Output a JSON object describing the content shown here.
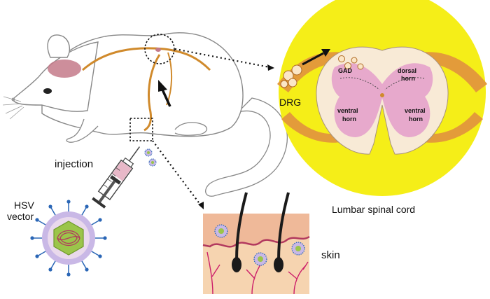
{
  "labels": {
    "injection": "injection",
    "hsv_line1": "HSV",
    "hsv_line2": "vector",
    "drg": "DRG",
    "gad": "GAD",
    "dorsal_line1": "dorsal",
    "dorsal_line2": "horn",
    "ventral_left_line1": "ventral",
    "ventral_left_line2": "horn",
    "ventral_right_line1": "ventral",
    "ventral_right_line2": "horn",
    "lumbar_spinal_cord": "Lumbar spinal cord",
    "skin": "skin"
  },
  "colors": {
    "nerve": "#d08a2c",
    "brain": "#c47a8a",
    "spinal_circle": "#f5ee18",
    "grey_matter": "#e7a9cc",
    "white_matter": "#f8ead6",
    "skin_tissue": "#f6d4b0",
    "epidermis": "#efb999",
    "hair": "#1a1a1a",
    "nerve_fiber": "#cc1f6a",
    "virus_capsid": "#9bc54a",
    "virus_envelope": "#c9b8e6",
    "virus_spike": "#2a66b6",
    "syringe_fluid": "#e8b8c8"
  }
}
